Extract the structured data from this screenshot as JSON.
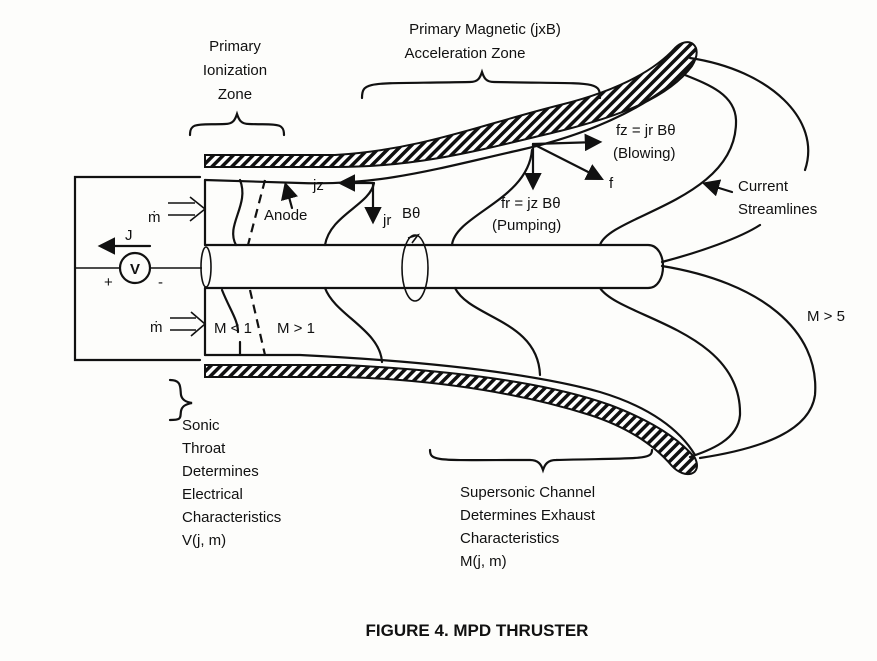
{
  "labels": {
    "ionization_zone": [
      "Primary",
      "Ionization",
      "Zone"
    ],
    "acceleration_zone": [
      "Primary Magnetic (jxB)",
      "Acceleration Zone"
    ],
    "jz": "jz",
    "jr": "jr",
    "anode": "Anode",
    "b_theta": "Bθ",
    "fz": "fz = jr Bθ",
    "blowing": "(Blowing)",
    "f": "f",
    "fr": "fr = jz Bθ",
    "pumping": "(Pumping)",
    "current_streamlines": [
      "Current",
      "Streamlines"
    ],
    "m_gt_5": "M > 5",
    "m_lt_1": "M < 1",
    "m_gt_1": "M > 1",
    "mdot_top": "ṁ",
    "mdot_bottom": "ṁ",
    "j": "J",
    "v": "V",
    "plus": "+",
    "minus": "-",
    "sonic_throat": [
      "Sonic",
      "Throat",
      "Determines",
      "Electrical",
      "Characteristics",
      "V(j, m)"
    ],
    "supersonic_channel": [
      "Supersonic Channel",
      "Determines Exhaust",
      "Characteristics",
      "M(j, m)"
    ]
  },
  "caption": "FIGURE 4.  MPD THRUSTER"
}
